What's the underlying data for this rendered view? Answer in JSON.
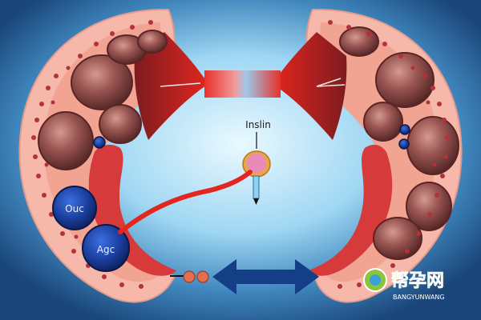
{
  "labels": {
    "top_label": "Inslin",
    "left_upper": "Ouc",
    "left_lower": "Agc"
  },
  "watermark": {
    "brand": "帮孕网",
    "subtitle": "BANGYUNWANG"
  },
  "colors": {
    "background_outer": "#1f4f80",
    "background_glow": "#dff6ff",
    "tissue_pink": "#f6b7a8",
    "tissue_dark": "#7a3d3b",
    "blood_red": "#e3261f",
    "blue_cell": "#1d3fa8",
    "arrow_blue": "#143e86"
  },
  "icons": [
    "double-arrow-icon",
    "brand-logo-icon"
  ]
}
